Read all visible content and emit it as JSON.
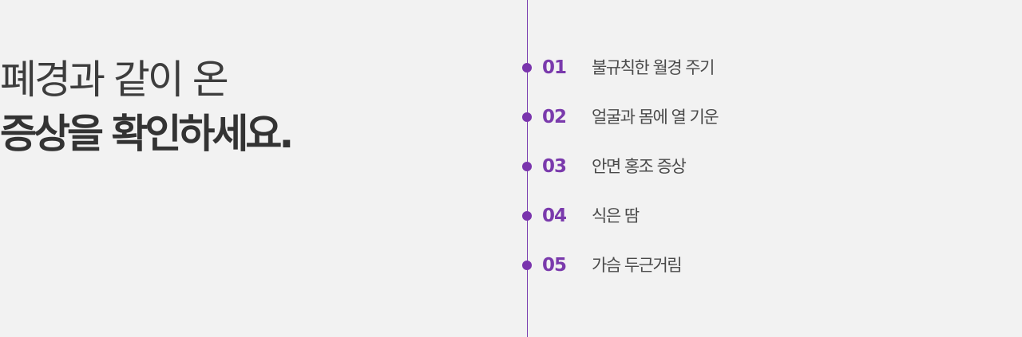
{
  "heading": {
    "line1": "폐경과 같이 온",
    "line2": "증상을 확인하세요."
  },
  "symptoms": [
    {
      "num": "01",
      "label": "불규칙한 월경 주기"
    },
    {
      "num": "02",
      "label": "얼굴과 몸에 열 기운"
    },
    {
      "num": "03",
      "label": "안면 홍조 증상"
    },
    {
      "num": "04",
      "label": "식은 땀"
    },
    {
      "num": "05",
      "label": "가슴 두근거림"
    }
  ],
  "colors": {
    "accent": "#7a34ad",
    "background": "#f2f2f2",
    "text": "#3a3a3a"
  }
}
